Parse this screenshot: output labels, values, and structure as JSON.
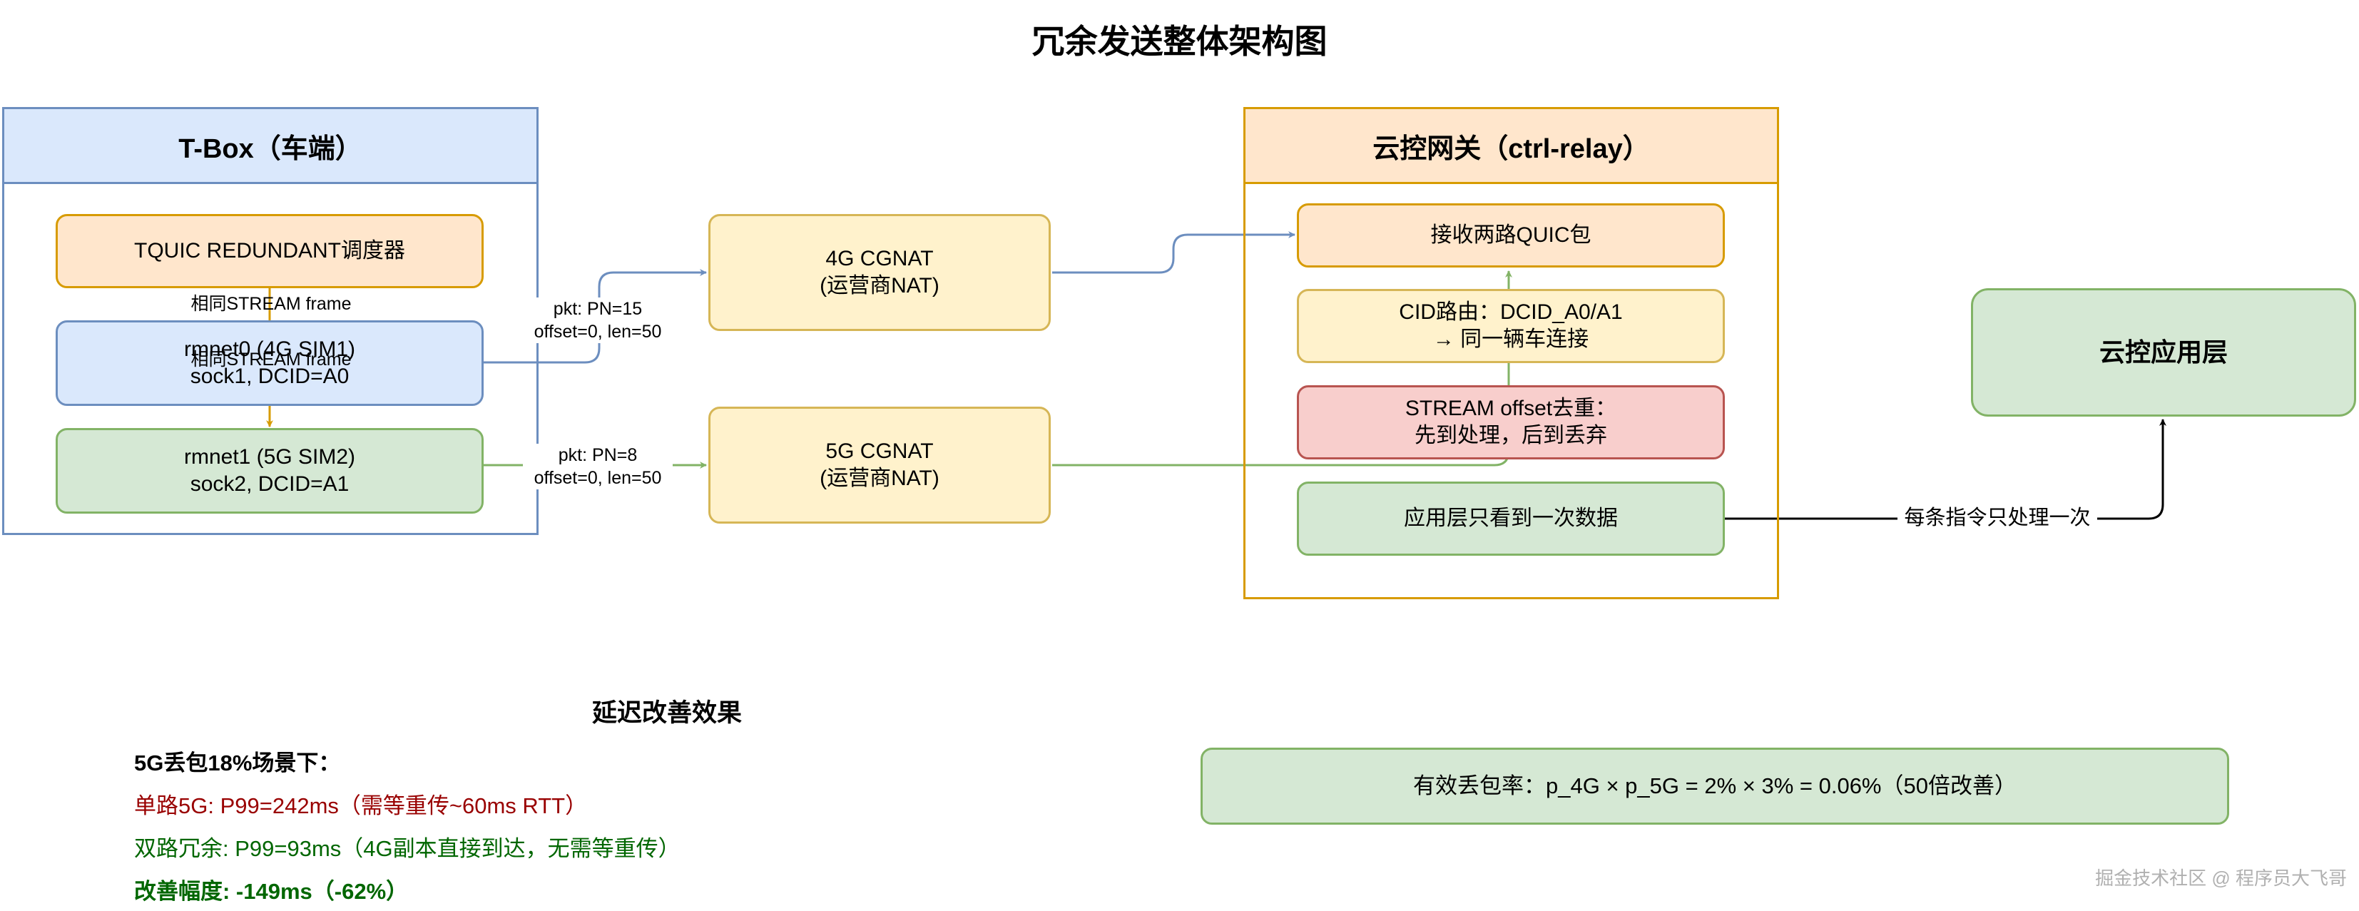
{
  "title": "冗余发送整体架构图",
  "tbox": {
    "header": "T-Box（车端）",
    "scheduler": "TQUIC REDUNDANT调度器",
    "rmnet0_line1": "rmnet0 (4G SIM1)",
    "rmnet0_line2": "sock1, DCID=A0",
    "rmnet1_line1": "rmnet1 (5G SIM2)",
    "rmnet1_line2": "sock2, DCID=A1",
    "same_frame_label_1": "相同STREAM frame",
    "same_frame_label_2": "相同STREAM frame"
  },
  "nat4g": {
    "line1": "4G CGNAT",
    "line2": "(运营商NAT)"
  },
  "nat5g": {
    "line1": "5G CGNAT",
    "line2": "(运营商NAT)"
  },
  "pkt4g": {
    "line1": "pkt: PN=15",
    "line2": "offset=0, len=50"
  },
  "pkt5g": {
    "line1": "pkt: PN=8",
    "line2": "offset=0, len=50"
  },
  "relay": {
    "header": "云控网关（ctrl-relay）",
    "recv": "接收两路QUIC包",
    "cid_line1": "CID路由：DCID_A0/A1",
    "cid_line2": "→ 同一辆车连接",
    "dedup_line1": "STREAM offset去重：",
    "dedup_line2": "先到处理，后到丢弃",
    "app_once": "应用层只看到一次数据"
  },
  "cloud_app": "云控应用层",
  "once_label": "每条指令只处理一次",
  "latency": {
    "title": "延迟改善效果",
    "scenario": "5G丢包18%场景下：",
    "single": "单路5G: P99=242ms（需等重传~60ms RTT）",
    "dual": "双路冗余: P99=93ms（4G副本直接到达，无需等重传）",
    "improve": "改善幅度: -149ms（-62%）"
  },
  "loss_formula": "有效丢包率：p_4G × p_5G = 2% × 3% = 0.06%（50倍改善）",
  "watermark": "掘金技术社区 @ 程序员大飞哥",
  "colors": {
    "blue": "#6c8ebf",
    "green": "#82b366",
    "orange": "#d79b00",
    "red_text": "#990000",
    "green_text": "#006600"
  }
}
